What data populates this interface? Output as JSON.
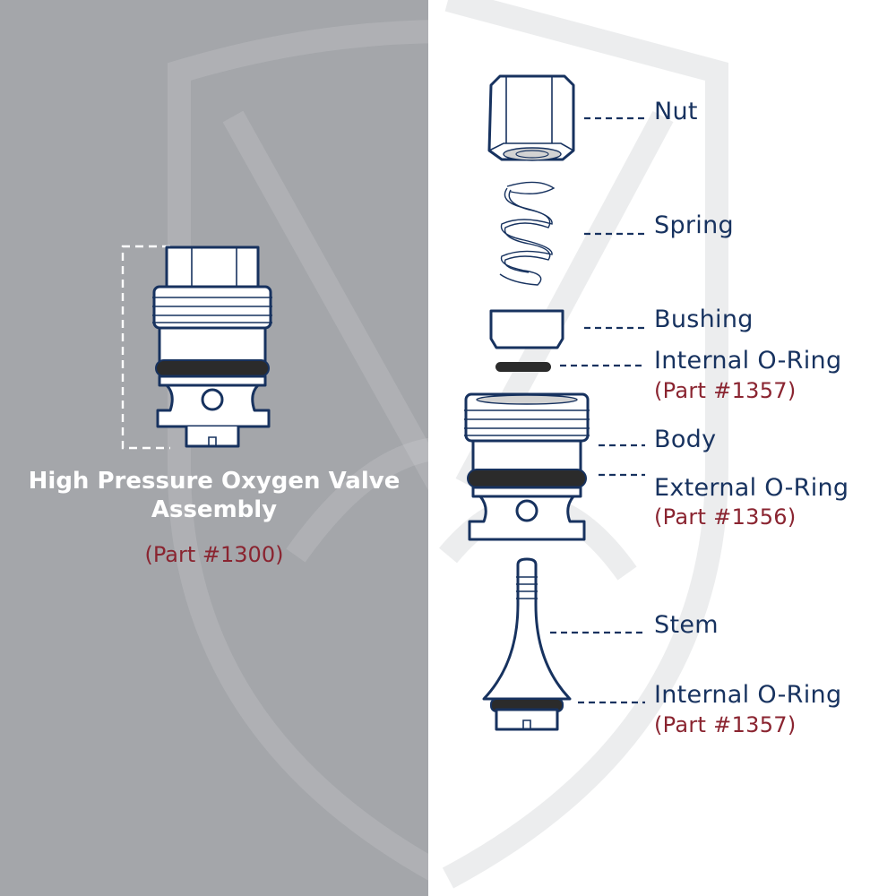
{
  "assembly": {
    "title_line1": "High Pressure Oxygen Valve",
    "title_line2": "Assembly",
    "part": "(Part #1300)"
  },
  "components": [
    {
      "id": "nut",
      "label": "Nut"
    },
    {
      "id": "spring",
      "label": "Spring"
    },
    {
      "id": "bushing",
      "label": "Bushing"
    },
    {
      "id": "internal-o-ring-upper",
      "label": "Internal O-Ring",
      "part": "(Part #1357)"
    },
    {
      "id": "body",
      "label": "Body"
    },
    {
      "id": "external-o-ring",
      "label": "External O-Ring",
      "part": "(Part #1356)"
    },
    {
      "id": "stem",
      "label": "Stem"
    },
    {
      "id": "internal-o-ring-lower",
      "label": "Internal O-Ring",
      "part": "(Part #1357)"
    }
  ],
  "colors": {
    "left_panel": "#a4a6aa",
    "right_panel": "#ffffff",
    "outline_navy": "#17325f",
    "part_red": "#8a2430",
    "o_ring": "#2b2b2b"
  }
}
